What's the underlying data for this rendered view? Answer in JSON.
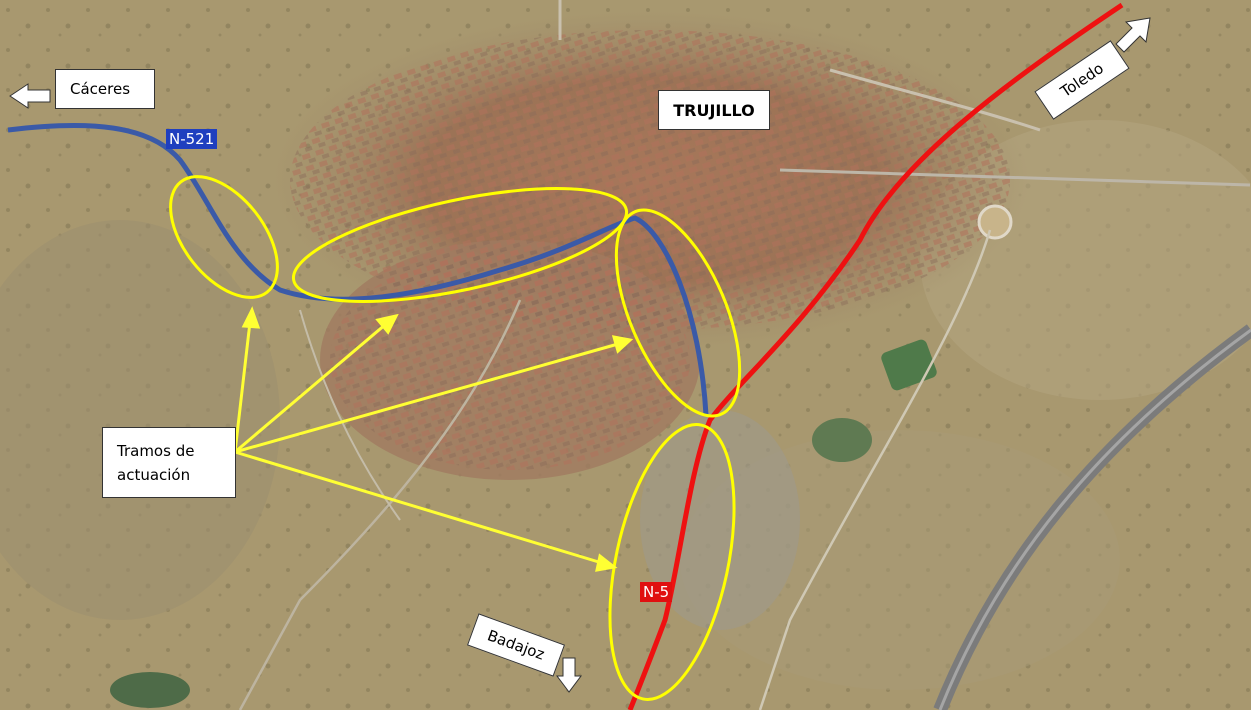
{
  "map": {
    "labels": {
      "town": "TRUJILLO",
      "caceres": "Cáceres",
      "toledo": "Toledo",
      "badajoz": "Badajoz",
      "tramos_line1": "Tramos de",
      "tramos_line2": "actuación"
    },
    "roads": [
      {
        "ref": "N-521",
        "color": "#1f3fbf"
      },
      {
        "ref": "N-5",
        "color": "#e01010"
      }
    ],
    "colors": {
      "n521_line": "#3a5aa8",
      "n5_line": "#ee1111",
      "highlight": "#ffff00",
      "arrow": "#ffff33"
    },
    "icons": [
      "arrow-left-icon",
      "arrow-up-right-icon",
      "arrow-down-icon"
    ]
  }
}
